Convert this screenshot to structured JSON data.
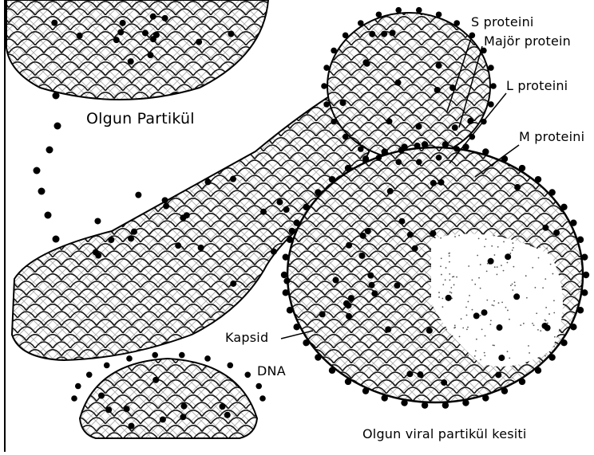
{
  "labels": {
    "mature_particle": "Olgun Partikül",
    "s_protein": "S proteini",
    "major_protein": "Majör protein",
    "l_protein": "L proteini",
    "m_protein": "M proteini",
    "capsid": "Kapsid",
    "dna": "DNA",
    "mature_section": "Olgun viral partikül kesiti"
  }
}
